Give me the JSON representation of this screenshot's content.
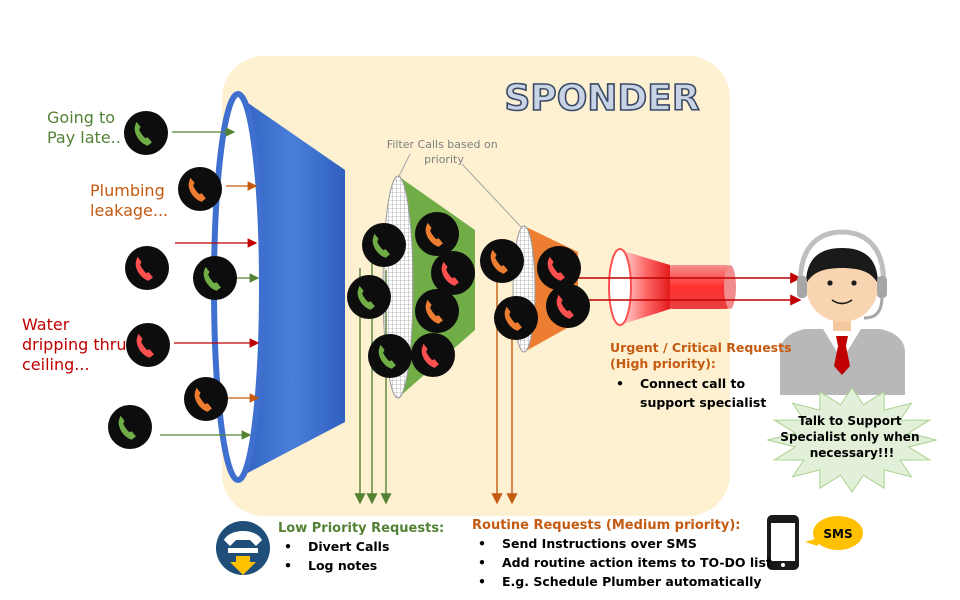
{
  "title": "SPONDER",
  "filter_label": "Filter Calls based on priority",
  "inputs": [
    {
      "text": "Going to Pay late..",
      "color": "#548235"
    },
    {
      "text": "Plumbing leakage...",
      "color": "#c55a11"
    },
    {
      "text": "Water dripping thru ceiling...",
      "color": "#c00000"
    }
  ],
  "low_priority": {
    "heading": "Low Priority Requests:",
    "items": [
      "Divert Calls",
      "Log notes"
    ]
  },
  "routine": {
    "heading": "Routine Requests (Medium priority):",
    "items": [
      "Send Instructions over SMS",
      "Add routine action items to TO-DO list",
      "E.g. Schedule Plumber automatically"
    ]
  },
  "urgent": {
    "heading": "Urgent / Critical Requests (High priority):",
    "items": [
      "Connect call to support specialist"
    ]
  },
  "starburst_text": "Talk to Support Specialist only when necessary!!!",
  "sms_label": "SMS",
  "colors": {
    "background_panel": "#fdf1d2",
    "funnel": "#3f6fcf",
    "filter_green": "#70ad47",
    "filter_orange": "#ed7d31",
    "phone_green": "#70ad47",
    "phone_orange": "#ed7d31",
    "phone_red": "#ff5050",
    "starburst": "#e2f0d9"
  },
  "icons": [
    "phone-icon",
    "phone-divert-icon",
    "mobile-phone-icon",
    "headset-agent-icon"
  ]
}
